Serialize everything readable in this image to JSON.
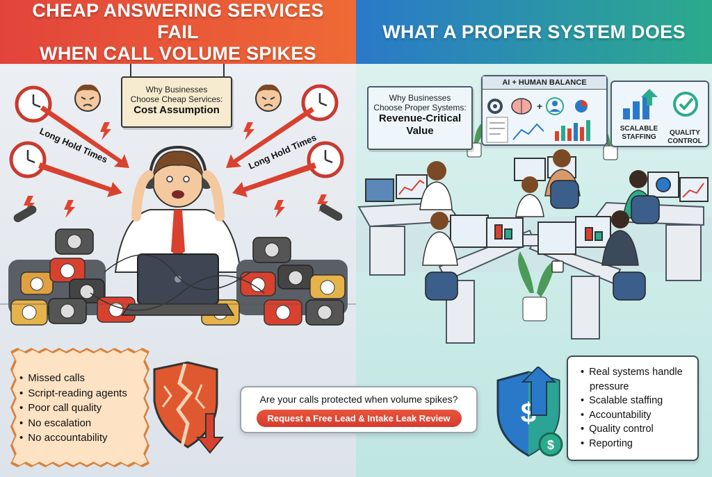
{
  "left": {
    "title_line1": "CHEAP ANSWERING SERVICES FAIL",
    "title_line2": "WHEN CALL VOLUME SPIKES",
    "sign": {
      "line1": "Why Businesses",
      "line2": "Choose Cheap Services:",
      "line3": "Cost Assumption"
    },
    "hold_label_left": "Long Hold Times",
    "hold_label_right": "Long Hold Times",
    "bullets": [
      "Missed calls",
      "Script-reading agents",
      "Poor call quality",
      "No escalation",
      "No accountability"
    ]
  },
  "right": {
    "title": "WHAT A PROPER SYSTEM DOES",
    "sign": {
      "line1": "Why Businesses",
      "line2": "Choose Proper Systems:",
      "line3": "Revenue-Critical",
      "line4": "Value"
    },
    "dashboard_title": "AI + HUMAN BALANCE",
    "label_staffing_1": "SCALABLE",
    "label_staffing_2": "STAFFING",
    "label_quality_1": "QUALITY",
    "label_quality_2": "CONTROL",
    "bullets": [
      "Real systems handle pressure",
      "Scalable staffing",
      "Accountability",
      "Quality control",
      "Reporting"
    ]
  },
  "cta": {
    "question": "Are your calls protected when volume spikes?",
    "button_label": "Request a Free Lead & Intake Leak Review"
  },
  "colors": {
    "left_banner": "#e2443b",
    "right_banner": "#2a79c9",
    "cta_button": "#d63b2e",
    "shield_broken": "#e0582f",
    "shield_safe": "#2a79c9"
  }
}
